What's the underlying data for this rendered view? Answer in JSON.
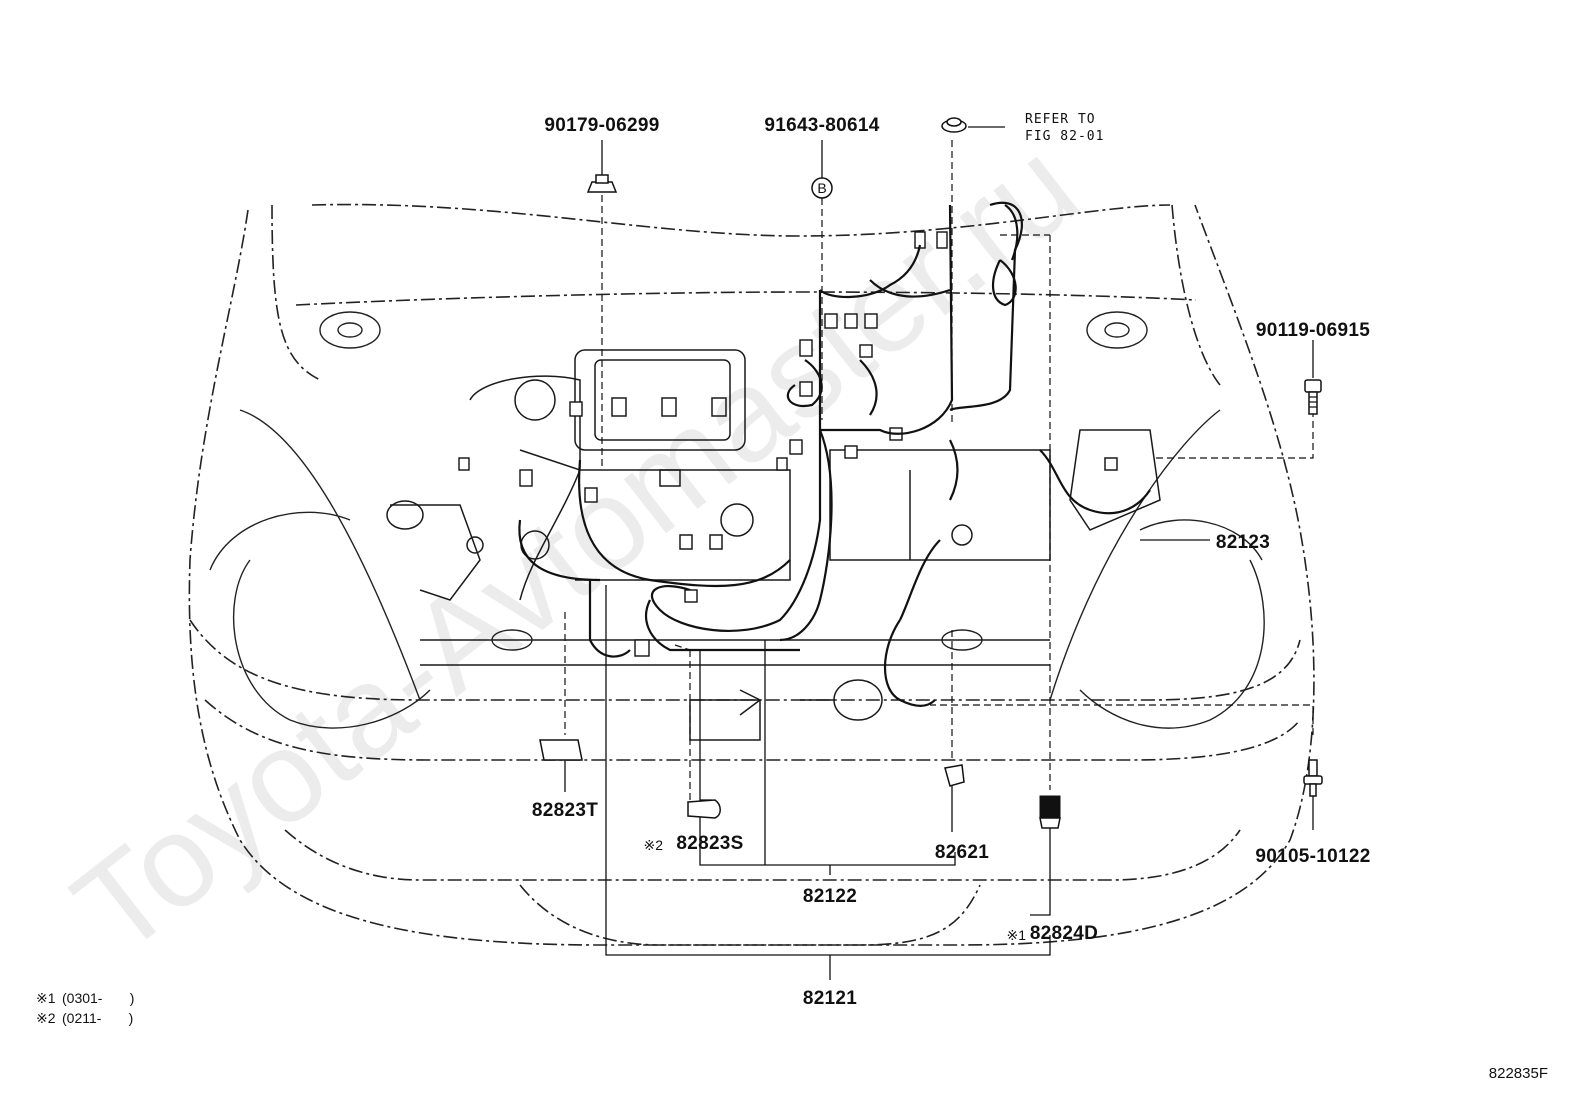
{
  "watermark": "Toyota-Avtomaster.ru",
  "refer_note": {
    "line1": "REFER TO",
    "line2": "FIG 82-01"
  },
  "parts": {
    "bolt_top_left": "90179-06299",
    "clamp_b": "91643-80614",
    "clamp_b_mark": "B",
    "bolt_right_top": "90119-06915",
    "bolt_right_bottom": "90105-10122",
    "wire_82123": "82123",
    "wire_82122": "82122",
    "wire_82121": "82121",
    "clamp_82823T": "82823T",
    "clamp_82823S": "82823S",
    "clamp_82823S_mark": "※2",
    "clamp_82621": "82621",
    "cover_82824D": "82824D",
    "cover_82824D_mark": "※1"
  },
  "footnotes": [
    {
      "mark": "※1",
      "range": "(0301-       )"
    },
    {
      "mark": "※2",
      "range": "(0211-       )"
    }
  ],
  "figure_code": "822835F"
}
